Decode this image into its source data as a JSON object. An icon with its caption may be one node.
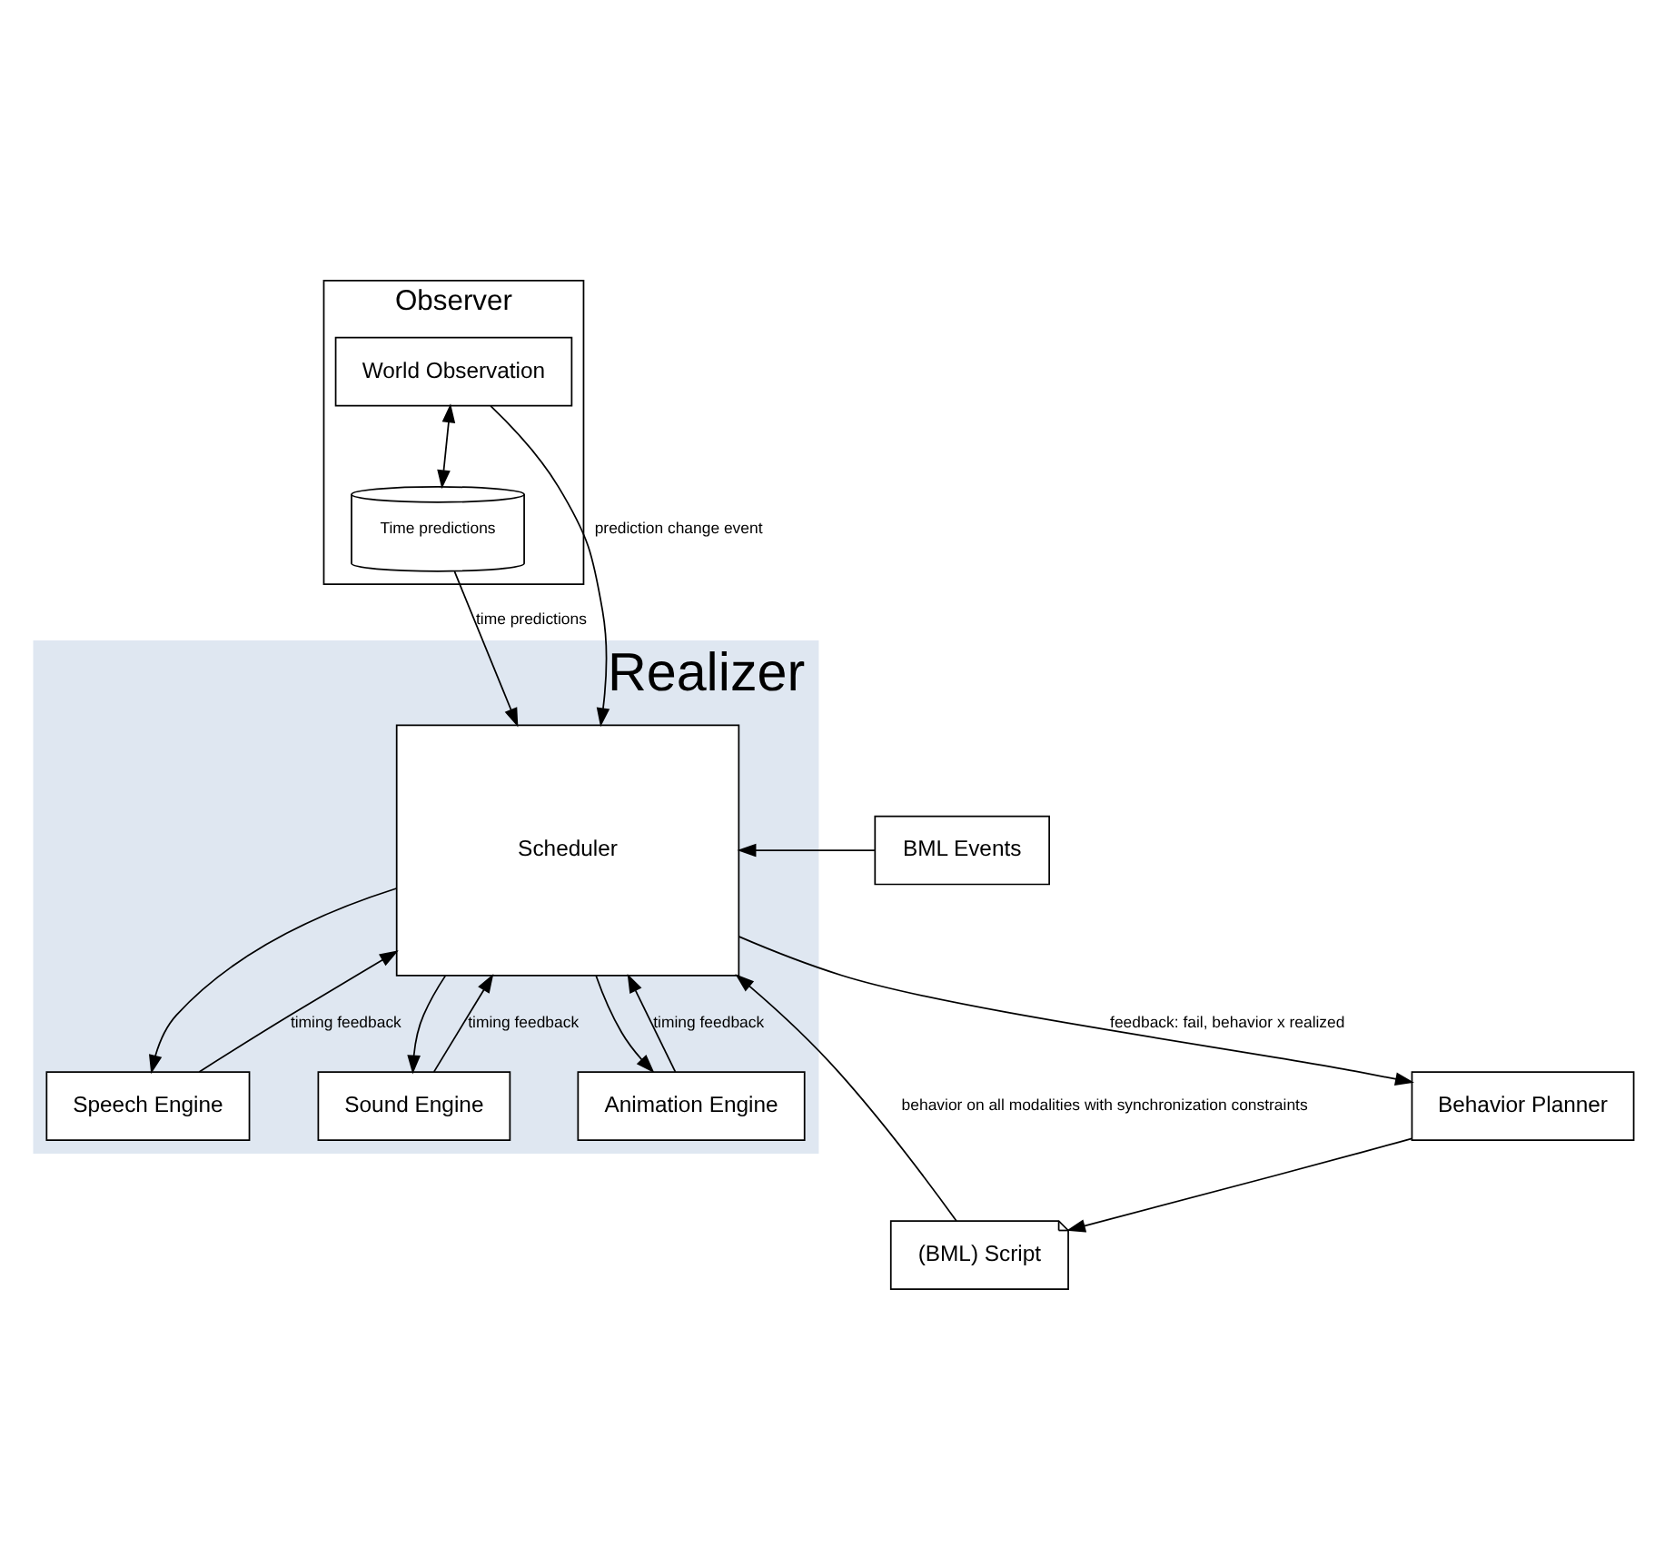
{
  "diagram": {
    "nodes": [
      {
        "text": [
          "Observer"
        ]
      },
      {
        "text": [
          "World Observation"
        ],
        "in": 0
      },
      {
        "text": [
          "Time predictions"
        ],
        "in": 0
      },
      {
        "text": [
          "Behavior Planner"
        ]
      },
      {
        "text": [
          "(BML) Script"
        ]
      },
      {
        "text": [
          "Realizer"
        ]
      },
      {
        "text": [
          "Scheduler"
        ],
        "in": 5
      },
      {
        "text": [
          "BML Events"
        ]
      },
      {
        "text": [
          "Speech Engine"
        ],
        "in": 5
      },
      {
        "text": [
          "Sound Engine"
        ],
        "in": 5
      },
      {
        "text": [
          "Animation Engine"
        ],
        "in": 5
      }
    ],
    "edges": [
      {
        "from": 1,
        "to": 2,
        "arrow": "both"
      },
      {
        "from": 2,
        "to": 6,
        "arrow": "to",
        "label": "time predictions"
      },
      {
        "from": 1,
        "to": 6,
        "arrow": "to",
        "label": "prediction change event"
      },
      {
        "from": 6,
        "to": 3,
        "arrow": "to",
        "label": "feedback: fail, behavior x realized"
      },
      {
        "from": 3,
        "to": 4,
        "arrow": "to"
      },
      {
        "from": 4,
        "to": 6,
        "arrow": "to",
        "label": "behavior on all modalities with synchronization constraints"
      },
      {
        "from": 7,
        "to": 6,
        "arrow": "to"
      },
      {
        "from": 6,
        "to": 8,
        "arrow": "to"
      },
      {
        "from": 8,
        "to": 6,
        "arrow": "to",
        "label": "timing feedback"
      },
      {
        "from": 6,
        "to": 9,
        "arrow": "to"
      },
      {
        "from": 9,
        "to": 6,
        "arrow": "to",
        "label": "timing feedback"
      },
      {
        "from": 6,
        "to": 10,
        "arrow": "to"
      },
      {
        "from": 10,
        "to": 6,
        "arrow": "to",
        "label": "timing feedback"
      }
    ]
  }
}
